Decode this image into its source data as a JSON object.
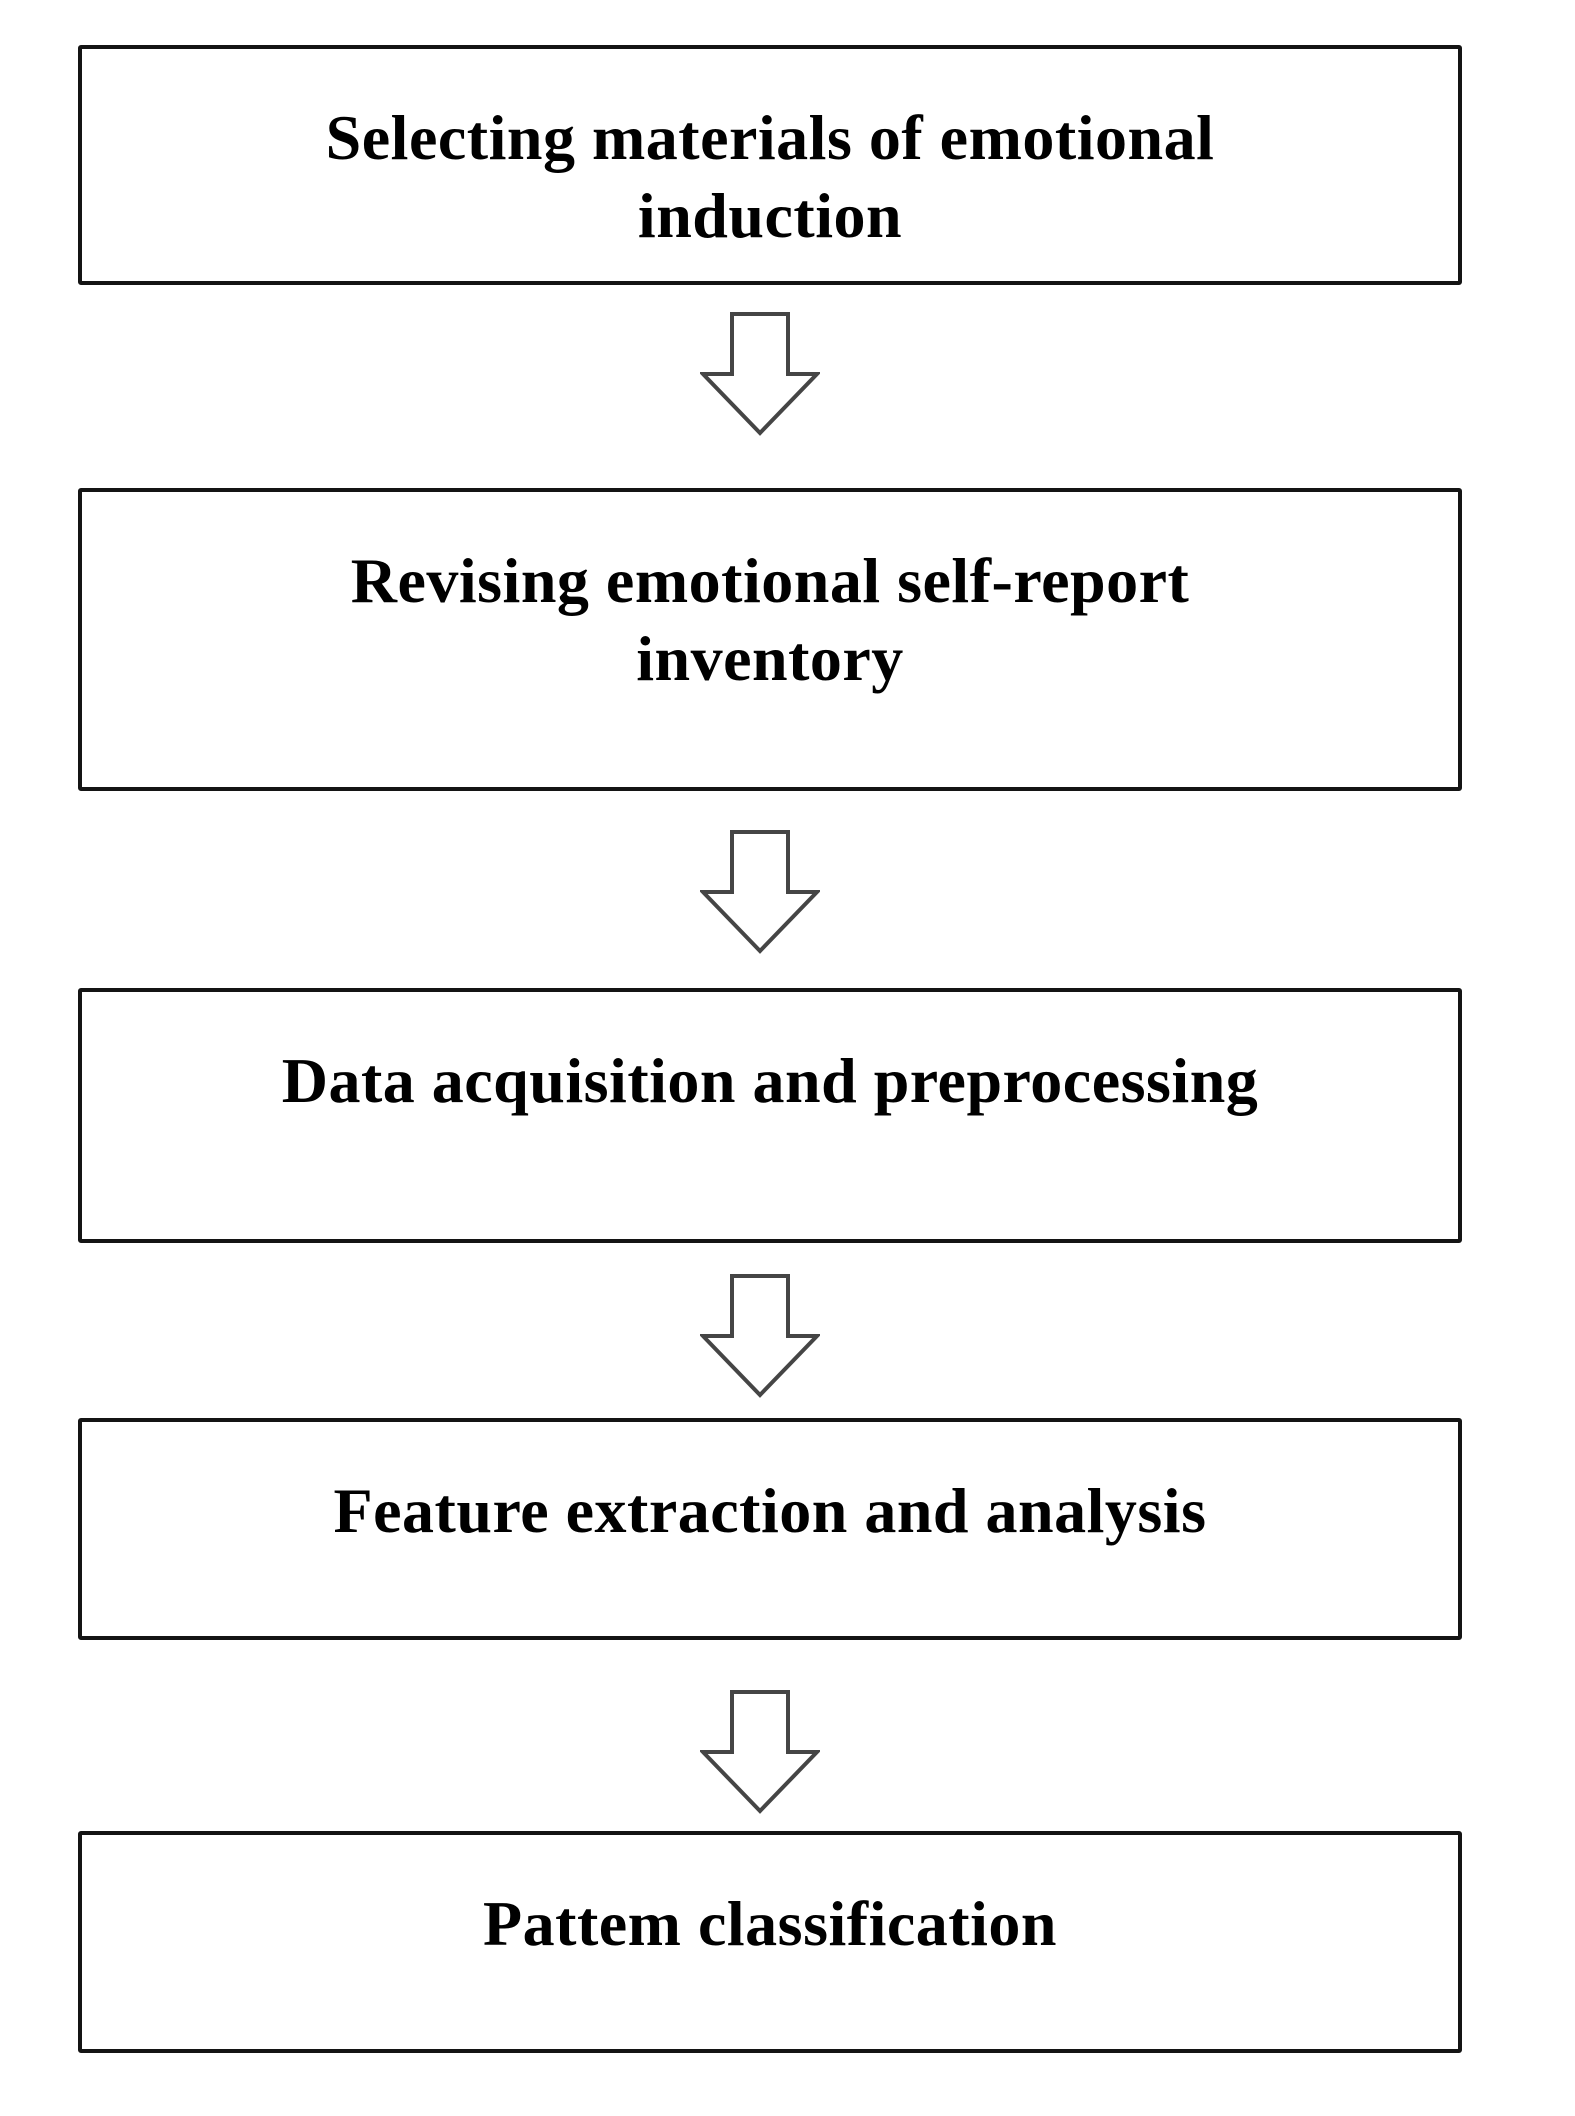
{
  "figure": {
    "type": "flowchart",
    "direction": "top-down",
    "steps": [
      {
        "label": "Selecting materials of emotional\ninduction"
      },
      {
        "label": "Revising emotional self-report\ninventory"
      },
      {
        "label": "Data acquisition and preprocessing"
      },
      {
        "label": "Feature extraction and analysis"
      },
      {
        "label": "Pattem classification"
      }
    ],
    "connector": {
      "icon": "down-block-arrow",
      "count": 4
    },
    "colors": {
      "background": "#ffffff",
      "box_fill": "#ffffff",
      "box_border": "#141414",
      "text": "#000000",
      "arrow_outline": "#454545",
      "arrow_fill": "#ffffff"
    }
  }
}
